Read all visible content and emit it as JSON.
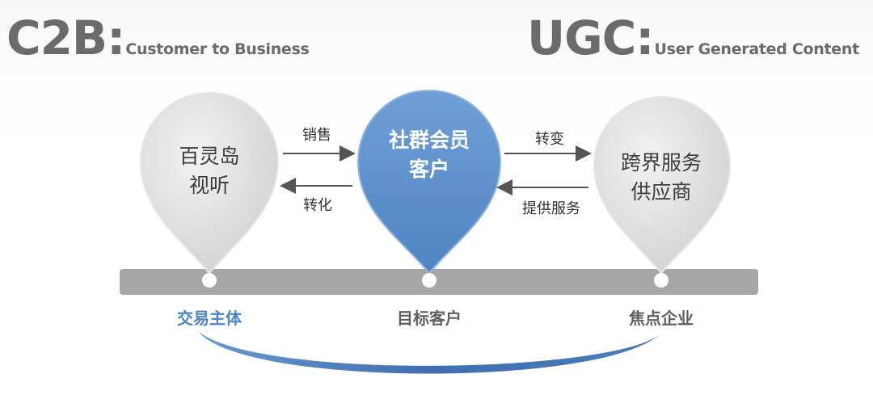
{
  "headings": {
    "left": {
      "big": "C2B",
      "colon": ":",
      "small": "Customer to Business"
    },
    "right": {
      "big": "UGC",
      "colon": ":",
      "small": "User Generated Content"
    }
  },
  "nodes": {
    "left": {
      "line1": "百灵岛",
      "line2": "视听"
    },
    "center": {
      "line1": "社群会员",
      "line2": "客户"
    },
    "right": {
      "line1": "跨界服务",
      "line2": "供应商"
    }
  },
  "arrows": {
    "sell": "销售",
    "convert_back": "转化",
    "transform": "转变",
    "provide_service": "提供服务"
  },
  "axis_labels": {
    "left": "交易主体",
    "center": "目标客户",
    "right": "焦点企业"
  },
  "colors": {
    "accent_blue": "#5b8fcc",
    "dark_blue": "#3a6ea8",
    "pin_grey": "#d9d9d9",
    "bar_grey": "#a6a6a6",
    "heading_grey": "#6b6b6b"
  }
}
